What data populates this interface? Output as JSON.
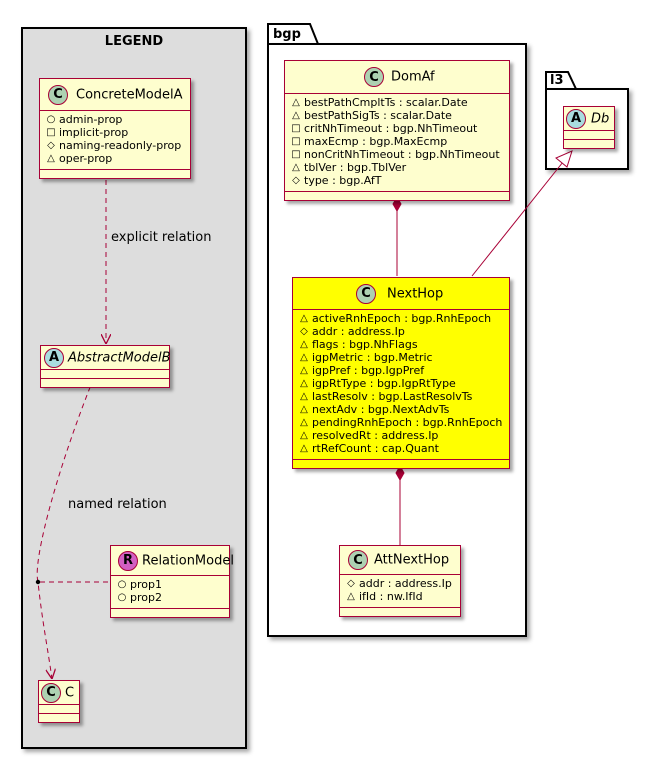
{
  "legend": {
    "title": "LEGEND",
    "relations": {
      "explicit": "explicit relation",
      "named": "named relation"
    },
    "classes": {
      "concrete": {
        "stereotype": "C",
        "name": "ConcreteModelA",
        "attributes": [
          {
            "vis": "+",
            "text": "admin-prop"
          },
          {
            "vis": "-",
            "text": "implicit-prop"
          },
          {
            "vis": "#",
            "text": "naming-readonly-prop"
          },
          {
            "vis": "~",
            "text": "oper-prop"
          }
        ]
      },
      "abstract": {
        "stereotype": "A",
        "name": "AbstractModelB"
      },
      "relation": {
        "stereotype": "R",
        "name": "RelationModel",
        "attributes": [
          {
            "vis": "+",
            "text": "prop1"
          },
          {
            "vis": "+",
            "text": "prop2"
          }
        ]
      },
      "c": {
        "stereotype": "C",
        "name": "C"
      }
    }
  },
  "bgp": {
    "package": "bgp",
    "domaf": {
      "stereotype": "C",
      "name": "DomAf",
      "attributes": [
        {
          "vis": "~",
          "text": "bestPathCmpltTs : scalar.Date"
        },
        {
          "vis": "~",
          "text": "bestPathSigTs : scalar.Date"
        },
        {
          "vis": "-",
          "text": "critNhTimeout : bgp.NhTimeout"
        },
        {
          "vis": "-",
          "text": "maxEcmp : bgp.MaxEcmp"
        },
        {
          "vis": "-",
          "text": "nonCritNhTimeout : bgp.NhTimeout"
        },
        {
          "vis": "~",
          "text": "tblVer : bgp.TblVer"
        },
        {
          "vis": "#",
          "text": "type : bgp.AfT"
        }
      ]
    },
    "nexthop": {
      "stereotype": "C",
      "name": "NextHop",
      "attributes": [
        {
          "vis": "~",
          "text": "activeRnhEpoch : bgp.RnhEpoch"
        },
        {
          "vis": "#",
          "text": "addr : address.Ip"
        },
        {
          "vis": "~",
          "text": "flags : bgp.NhFlags"
        },
        {
          "vis": "~",
          "text": "igpMetric : bgp.Metric"
        },
        {
          "vis": "~",
          "text": "igpPref : bgp.IgpPref"
        },
        {
          "vis": "~",
          "text": "igpRtType : bgp.IgpRtType"
        },
        {
          "vis": "~",
          "text": "lastResolv : bgp.LastResolvTs"
        },
        {
          "vis": "~",
          "text": "nextAdv : bgp.NextAdvTs"
        },
        {
          "vis": "~",
          "text": "pendingRnhEpoch : bgp.RnhEpoch"
        },
        {
          "vis": "~",
          "text": "resolvedRt : address.Ip"
        },
        {
          "vis": "~",
          "text": "rtRefCount : cap.Quant"
        }
      ]
    },
    "attnexthop": {
      "stereotype": "C",
      "name": "AttNextHop",
      "attributes": [
        {
          "vis": "#",
          "text": "addr : address.Ip"
        },
        {
          "vis": "~",
          "text": "ifId : nw.IfId"
        }
      ]
    }
  },
  "l3": {
    "package": "l3",
    "db": {
      "stereotype": "A",
      "name": "Db"
    }
  },
  "colors": {
    "class_fill": "#FEFECE",
    "highlight_fill": "#FFFF00",
    "border": "#A80036",
    "legend_bg": "#DDDDDD",
    "circle_c": "#ADD1B2",
    "circle_a": "#A9DCDF",
    "circle_r": "#D25FC2"
  }
}
